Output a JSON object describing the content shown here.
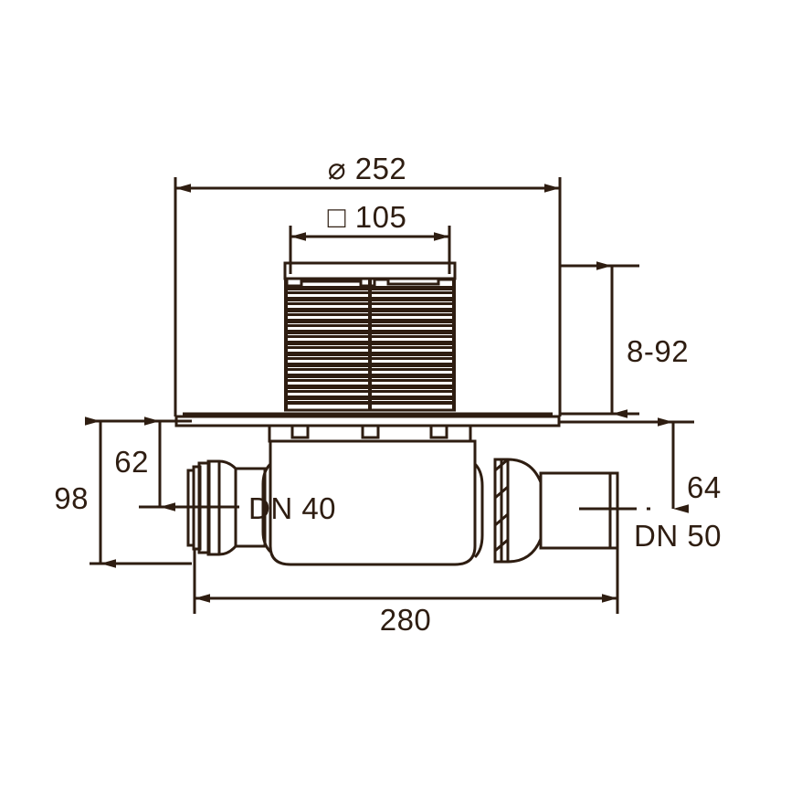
{
  "drawing": {
    "title": "Floor drain assembly — sectional elevation with dimensions",
    "line_color": "#2e1d11",
    "background_color": "#ffffff",
    "dimensions": {
      "flange_diameter": {
        "symbol": "⌀",
        "value": "252",
        "label": "⌀ 252",
        "orientation": "horizontal",
        "position": "top"
      },
      "grate_square": {
        "symbol": "□",
        "value": "105",
        "label": "□ 105",
        "orientation": "horizontal",
        "position": "top-inner"
      },
      "height_adjust_range": {
        "value": "8-92",
        "label": "8-92",
        "orientation": "vertical",
        "position": "right-upper"
      },
      "outlet_center_height": {
        "value": "64",
        "label": "64",
        "orientation": "vertical",
        "position": "right-lower"
      },
      "inlet_center_height": {
        "value": "62",
        "label": "62",
        "orientation": "vertical",
        "position": "left-inner"
      },
      "total_body_height": {
        "value": "98",
        "label": "98",
        "orientation": "vertical",
        "position": "left-outer"
      },
      "overall_length": {
        "value": "280",
        "label": "280",
        "orientation": "horizontal",
        "position": "bottom"
      }
    },
    "callouts": {
      "inlet": {
        "label": "DN 40",
        "position": "left"
      },
      "outlet": {
        "label": "DN 50",
        "position": "right"
      }
    },
    "grate": {
      "slat_count": 22,
      "split_vertical_center": true
    }
  }
}
